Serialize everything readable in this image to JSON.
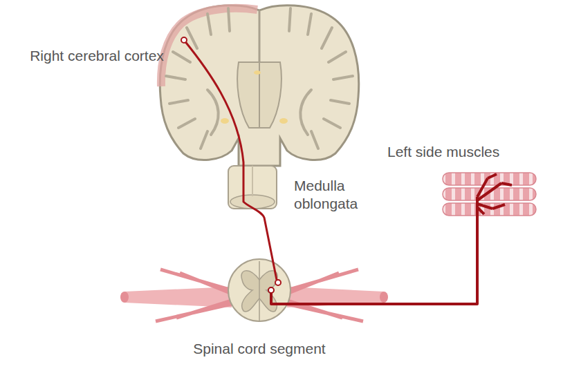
{
  "diagram": {
    "labels": [
      "Right cerebral cortex",
      "Medulla oblongata",
      "Left side muscles",
      "Spinal cord segment"
    ]
  }
}
